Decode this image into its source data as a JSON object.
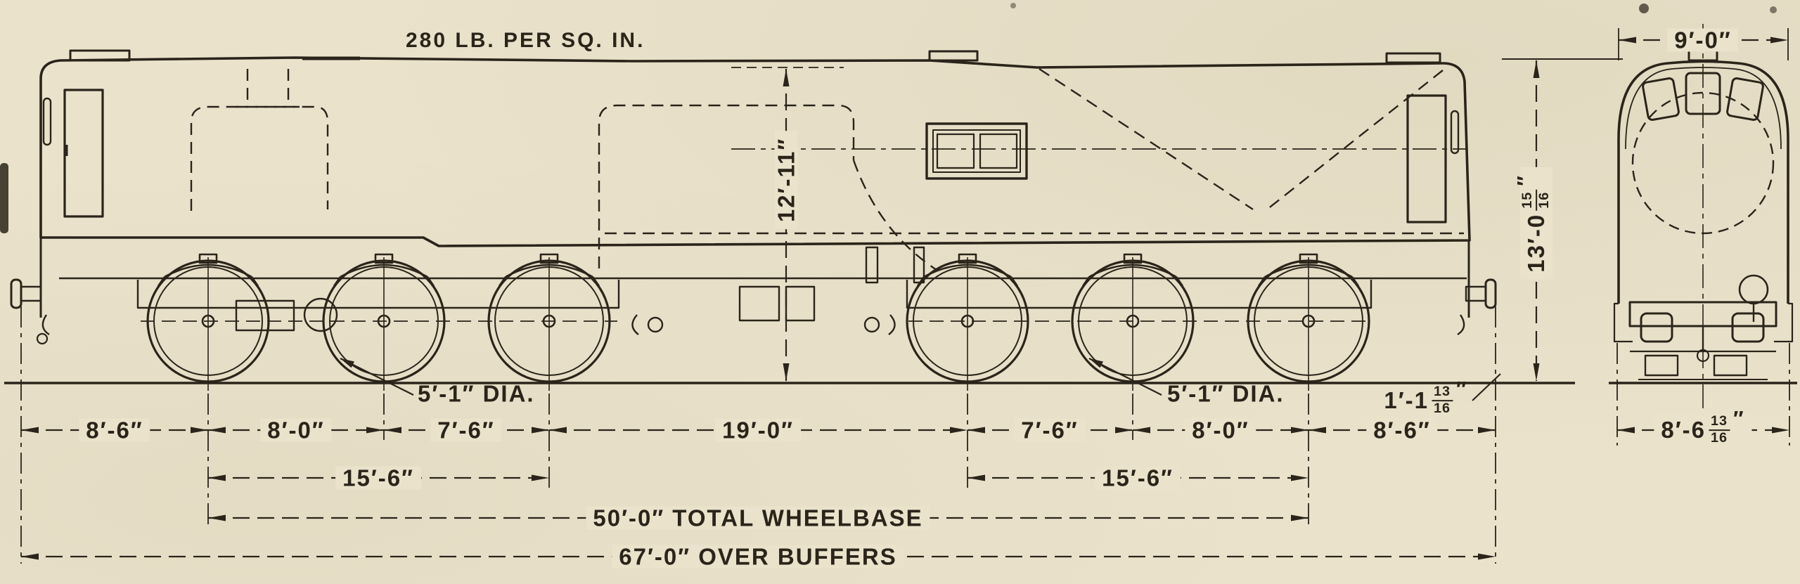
{
  "diagram": {
    "type": "locomotive-engineering-drawing",
    "views": {
      "side": "side-elevation",
      "front": "front-elevation"
    },
    "colors": {
      "paper": "#eae2cb",
      "ink": "#2a241a"
    },
    "annotations": {
      "boiler_pressure": "280 LB. PER SQ. IN."
    },
    "side_view": {
      "height_rail_to_roof": "12′-11″",
      "wheel_diameter_left": "5′-1″ DIA.",
      "wheel_diameter_right": "5′-1″ DIA.",
      "axle_spacings": [
        "8′-6″",
        "8′-0″",
        "7′-6″",
        "19′-0″",
        "7′-6″",
        "8′-0″",
        "8′-6″"
      ],
      "bogie_wheelbase_left": "15′-6″",
      "bogie_wheelbase_right": "15′-6″",
      "total_wheelbase": "50′-0″ TOTAL WHEELBASE",
      "over_buffers": "67′-0″ OVER BUFFERS",
      "front_step_height": {
        "whole": "1′-1",
        "numerator": "13",
        "denominator": "16",
        "unit": "″"
      }
    },
    "front_view": {
      "width_over_cab": "9′-0″",
      "overall_height": {
        "whole": "13′-0",
        "numerator": "15",
        "denominator": "16",
        "unit": "″"
      },
      "width_over_steps": {
        "whole": "8′-6",
        "numerator": "13",
        "denominator": "16",
        "unit": "″"
      }
    }
  }
}
